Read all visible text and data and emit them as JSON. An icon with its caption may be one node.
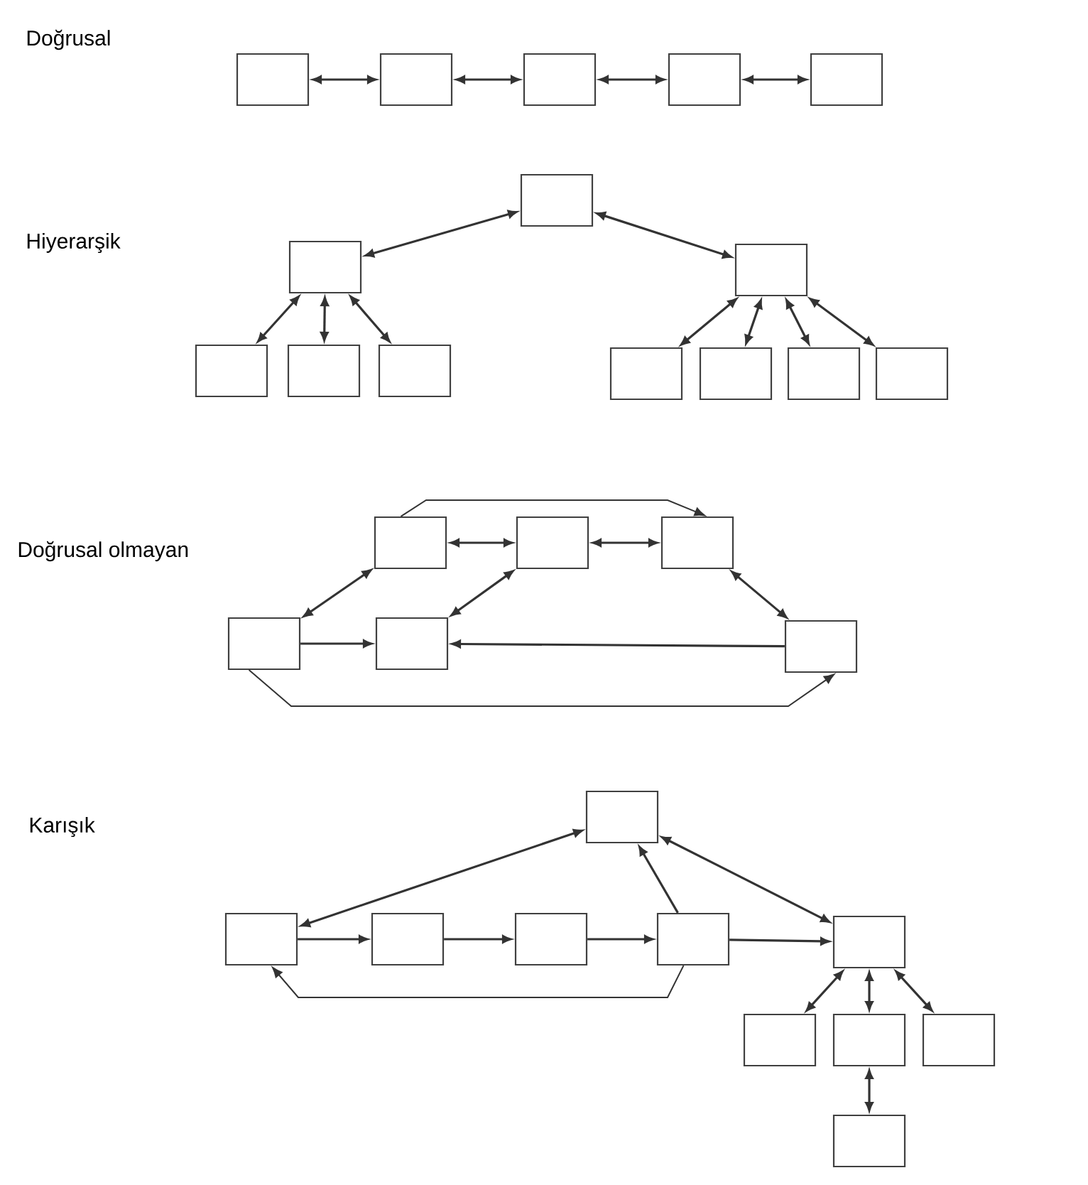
{
  "diagram": {
    "nodes": [
      {
        "text": [],
        "shape": "box"
      },
      {
        "text": [],
        "shape": "box"
      },
      {
        "text": [],
        "shape": "box"
      },
      {
        "text": [],
        "shape": "box"
      },
      {
        "text": [],
        "shape": "box"
      },
      {
        "text": [],
        "shape": "box"
      },
      {
        "text": [],
        "shape": "box"
      },
      {
        "text": [],
        "shape": "box"
      },
      {
        "text": [],
        "shape": "box"
      },
      {
        "text": [],
        "shape": "box"
      },
      {
        "text": [],
        "shape": "box"
      },
      {
        "text": [],
        "shape": "box"
      },
      {
        "text": [],
        "shape": "box"
      },
      {
        "text": [],
        "shape": "box"
      },
      {
        "text": [],
        "shape": "box"
      },
      {
        "text": [],
        "shape": "box"
      },
      {
        "text": [],
        "shape": "box"
      },
      {
        "text": [],
        "shape": "box"
      },
      {
        "text": [],
        "shape": "box"
      },
      {
        "text": [],
        "shape": "box"
      },
      {
        "text": [],
        "shape": "box"
      },
      {
        "text": [],
        "shape": "box"
      },
      {
        "text": [],
        "shape": "box"
      },
      {
        "text": [],
        "shape": "box"
      },
      {
        "text": [],
        "shape": "box"
      },
      {
        "text": [],
        "shape": "box"
      },
      {
        "text": [],
        "shape": "box"
      },
      {
        "text": [],
        "shape": "box"
      },
      {
        "text": [],
        "shape": "box"
      },
      {
        "text": [],
        "shape": "box"
      },
      {
        "text": [],
        "shape": "box"
      }
    ],
    "edges": [
      {
        "from": 0,
        "to": 1,
        "arrow": "both"
      },
      {
        "from": 1,
        "to": 2,
        "arrow": "both"
      },
      {
        "from": 2,
        "to": 3,
        "arrow": "both"
      },
      {
        "from": 3,
        "to": 4,
        "arrow": "both"
      },
      {
        "from": 5,
        "to": 6,
        "arrow": "both"
      },
      {
        "from": 5,
        "to": 7,
        "arrow": "both"
      },
      {
        "from": 6,
        "to": 8,
        "arrow": "both"
      },
      {
        "from": 6,
        "to": 9,
        "arrow": "both"
      },
      {
        "from": 6,
        "to": 10,
        "arrow": "both"
      },
      {
        "from": 7,
        "to": 11,
        "arrow": "both"
      },
      {
        "from": 7,
        "to": 12,
        "arrow": "both"
      },
      {
        "from": 7,
        "to": 13,
        "arrow": "both"
      },
      {
        "from": 7,
        "to": 14,
        "arrow": "both"
      },
      {
        "from": 15,
        "to": 16,
        "arrow": "both"
      },
      {
        "from": 16,
        "to": 17,
        "arrow": "both"
      },
      {
        "from": 18,
        "to": 15,
        "arrow": "both"
      },
      {
        "from": 19,
        "to": 16,
        "arrow": "both"
      },
      {
        "from": 17,
        "to": 20,
        "arrow": "both"
      },
      {
        "from": 18,
        "to": 19,
        "arrow": "to"
      },
      {
        "from": 20,
        "to": 19,
        "arrow": "to"
      },
      {
        "from": 15,
        "to": 17,
        "arrow": "to"
      },
      {
        "from": 18,
        "to": 20,
        "arrow": "to"
      },
      {
        "from": 21,
        "to": 22,
        "arrow": "both"
      },
      {
        "from": 21,
        "to": 26,
        "arrow": "both"
      },
      {
        "from": 25,
        "to": 21,
        "arrow": "to"
      },
      {
        "from": 22,
        "to": 23,
        "arrow": "to"
      },
      {
        "from": 23,
        "to": 24,
        "arrow": "to"
      },
      {
        "from": 24,
        "to": 25,
        "arrow": "to"
      },
      {
        "from": 25,
        "to": 26,
        "arrow": "to"
      },
      {
        "from": 25,
        "to": 22,
        "arrow": "to"
      },
      {
        "from": 26,
        "to": 27,
        "arrow": "both"
      },
      {
        "from": 26,
        "to": 28,
        "arrow": "both"
      },
      {
        "from": 26,
        "to": 29,
        "arrow": "both"
      },
      {
        "from": 28,
        "to": 30,
        "arrow": "both"
      }
    ],
    "labels": [
      "Doğrusal",
      "Hiyerarşik",
      "Doğrusal olmayan",
      "Karışık"
    ]
  }
}
